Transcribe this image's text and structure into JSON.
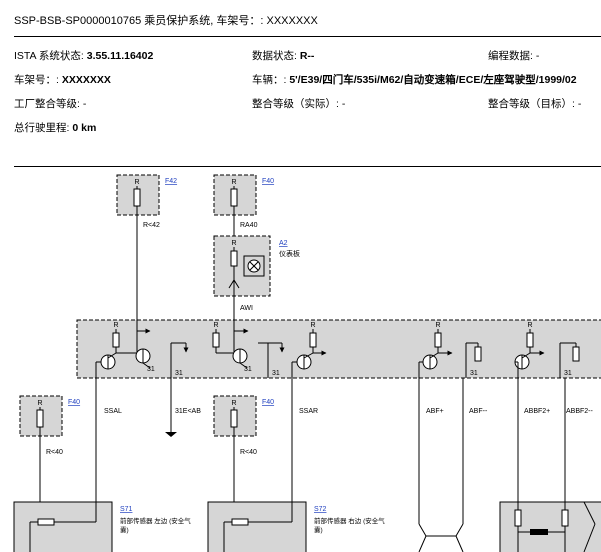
{
  "title": "SSP-BSB-SP0000010765 乘员保护系统, 车架号：: XXXXXXX",
  "header": {
    "ista_label": "ISTA 系统状态:",
    "ista_value": "3.55.11.16402",
    "data_status_label": "数据状态:",
    "data_status_value": "R--",
    "prog_data_label": "编程数据:",
    "prog_data_value": "-",
    "vin_label": "车架号：:",
    "vin_value": "XXXXXXX",
    "vehicle_label": "车辆：:",
    "vehicle_value": "5'/E39/四门车/535i/M62/自动变速箱/ECE/左座驾驶型/1999/02",
    "factory_level_label": "工厂整合等级:",
    "factory_level_value": "-",
    "actual_level_label": "整合等级（实际）:",
    "actual_level_value": "-",
    "target_level_label": "整合等级（目标）:",
    "target_level_value": "-",
    "mileage_label": "总行驶里程:",
    "mileage_value": "0 km"
  },
  "diagram": {
    "fuses": {
      "f42_top": {
        "link": "F42",
        "letter": "R",
        "wire": "R<42"
      },
      "f40_top": {
        "link": "F40",
        "letter": "R",
        "wire": "RA40"
      },
      "f40_left": {
        "link": "F40",
        "letter": "R",
        "wire": "R<40"
      },
      "f40_mid": {
        "link": "F40",
        "letter": "R",
        "wire": "R<40"
      }
    },
    "a2": {
      "link": "A2",
      "label": "仪表板",
      "wire": "AWI"
    },
    "module": {
      "r": "R",
      "n31": "31"
    },
    "pins": {
      "ssal": "SSAL",
      "e31": "31E<AB",
      "ssar": "SSAR",
      "abf_p": "ABF+",
      "abf_m": "ABF--",
      "abbf_p": "ABBF2+",
      "abbf_m": "ABBF2--"
    },
    "sensors": {
      "s71": {
        "link": "S71",
        "label1": "前部传感器 左边 (安全气",
        "label2": "囊)"
      },
      "s72": {
        "link": "S72",
        "label1": "前部传感器 右边 (安全气",
        "label2": "囊)"
      }
    }
  },
  "colors": {
    "box_fill": "#d6d6d6",
    "link": "#1f3fbf",
    "line": "#000000"
  }
}
